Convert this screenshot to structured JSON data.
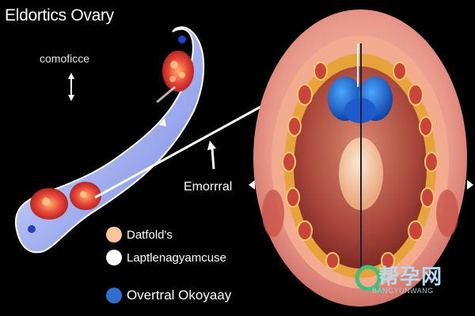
{
  "title": "Eldortics Ovary",
  "labels": {
    "top_left": "comoficce",
    "middle": "Emorrral"
  },
  "legend": [
    {
      "text": "Datfold's",
      "color": "#f6c59b"
    },
    {
      "text": "Laptlenagyamcuse",
      "color": "#ffffff"
    },
    {
      "text": "Overtral Okoyaay",
      "color": "#2f6fd0"
    }
  ],
  "watermark": {
    "text": "帮孕网",
    "subtext": "BANGYUNWANG"
  }
}
